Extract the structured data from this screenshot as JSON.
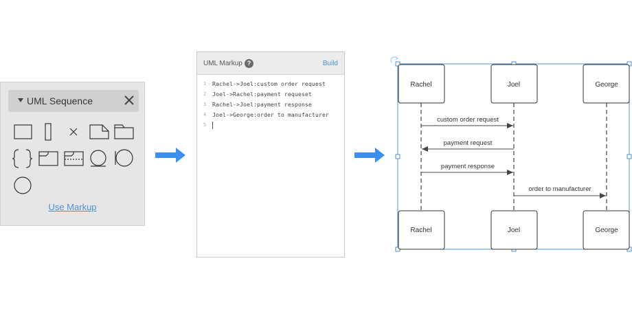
{
  "library": {
    "title": "UML Sequence",
    "use_markup_label": "Use Markup",
    "shapes": [
      "rectangle",
      "lifeline-bar",
      "destroy-x",
      "note",
      "package",
      "brace-fragment",
      "combined-fragment",
      "alt-fragment",
      "entity",
      "boundary",
      "control"
    ]
  },
  "markup_panel": {
    "title": "UML Markup",
    "build_label": "Build",
    "lines": [
      {
        "num": "1",
        "text": "Rachel->Joel:custom order request"
      },
      {
        "num": "2",
        "text": "Joel->Rachel:payment requeset"
      },
      {
        "num": "3",
        "text": "Rachel->Joel:payment response"
      },
      {
        "num": "4",
        "text": "Joel->George:order to manufacturer"
      },
      {
        "num": "5",
        "text": ""
      }
    ]
  },
  "diagram": {
    "actors": [
      "Rachel",
      "Joel",
      "George"
    ],
    "messages": [
      {
        "from": "Rachel",
        "to": "Joel",
        "label": "custom order request",
        "style": "open"
      },
      {
        "from": "Joel",
        "to": "Rachel",
        "label": "payment request",
        "style": "filled"
      },
      {
        "from": "Rachel",
        "to": "Joel",
        "label": "payment response",
        "style": "open"
      },
      {
        "from": "Joel",
        "to": "George",
        "label": "order to manufacturer",
        "style": "open"
      }
    ]
  },
  "colors": {
    "accent_blue": "#3d8fef",
    "selection_blue": "#4a90d9",
    "panel_gray": "#e6e6e6"
  }
}
